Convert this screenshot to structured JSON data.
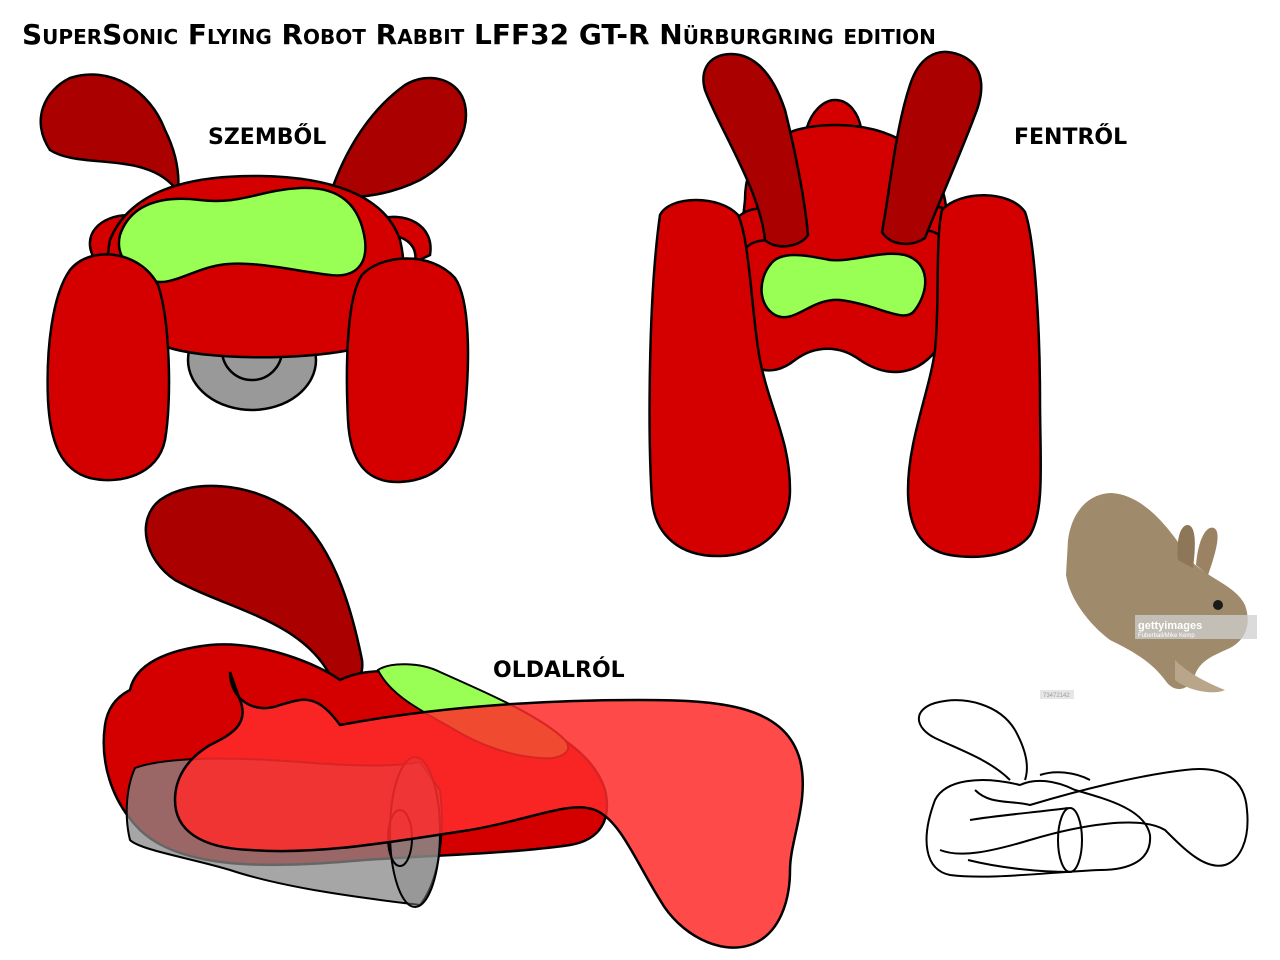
{
  "title": "SuperSonic Flying Robot Rabbit LFF32 GT-R Nürburgring edition",
  "views": {
    "front": {
      "label": "SZEMBŐL"
    },
    "top": {
      "label": "FENTRŐL"
    },
    "side": {
      "label": "OLDALRÓL"
    }
  },
  "photo": {
    "watermark_brand": "gettyimages",
    "watermark_credit": "Fuberball/Mike Kemp",
    "watermark_id": "73472142"
  },
  "colors": {
    "body_red": "#d40000",
    "dark_red": "#aa0000",
    "bright_red": "#ff2a2a",
    "visor_green": "#99ff55",
    "gray": "#999999",
    "outline": "#000000"
  }
}
